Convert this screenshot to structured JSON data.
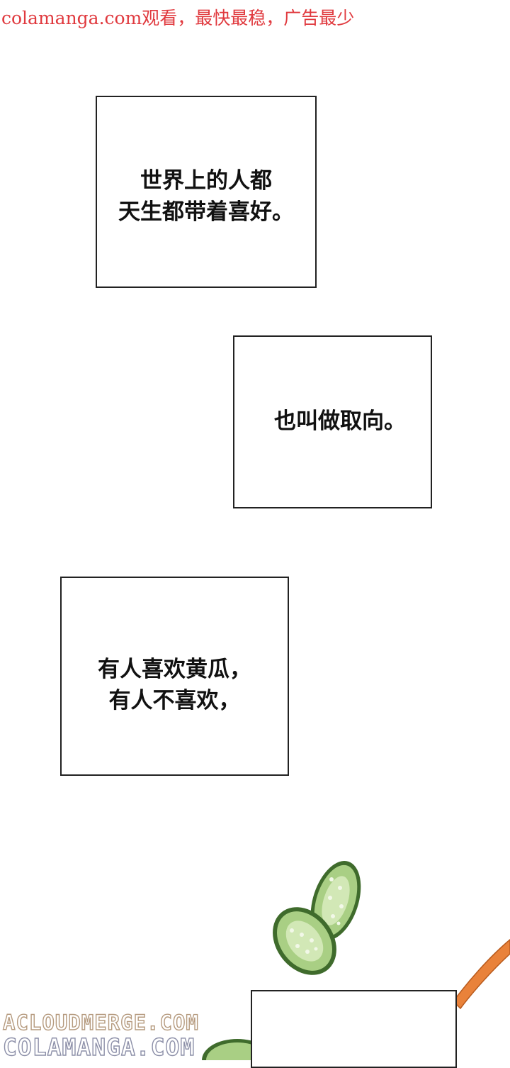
{
  "banner": {
    "text": "colamanga.com观看，最快最稳，广告最少",
    "color": "#e0393e"
  },
  "captions": {
    "panel1": "世界上的人都\n天生都带着喜好。",
    "panel2": "也叫做取向。",
    "panel3": "有人喜欢黄瓜，\n有人不喜欢，"
  },
  "watermarks": {
    "line1": "ACLOUDMERGE.COM",
    "line2": "COLAMANGA.COM"
  },
  "art": {
    "cucumber_color": "#8fbd6a",
    "rim_color": "#3f6b2c",
    "bowl_color": "#e9823a"
  }
}
